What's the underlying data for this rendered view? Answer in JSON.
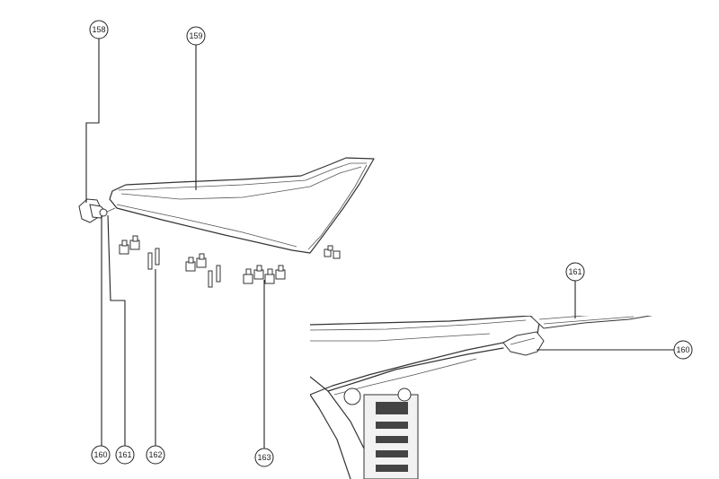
{
  "callouts": [
    {
      "id": "c158",
      "label": "158"
    },
    {
      "id": "c159",
      "label": "159"
    },
    {
      "id": "c160a",
      "label": "160"
    },
    {
      "id": "c161a",
      "label": "161"
    },
    {
      "id": "c162",
      "label": "162"
    },
    {
      "id": "c163",
      "label": "163"
    },
    {
      "id": "c161b",
      "label": "161"
    },
    {
      "id": "c160b",
      "label": "160"
    }
  ],
  "colors": {
    "line": "#333333",
    "inset_fill": "#f7f7f7",
    "dark_part": "#444444"
  }
}
